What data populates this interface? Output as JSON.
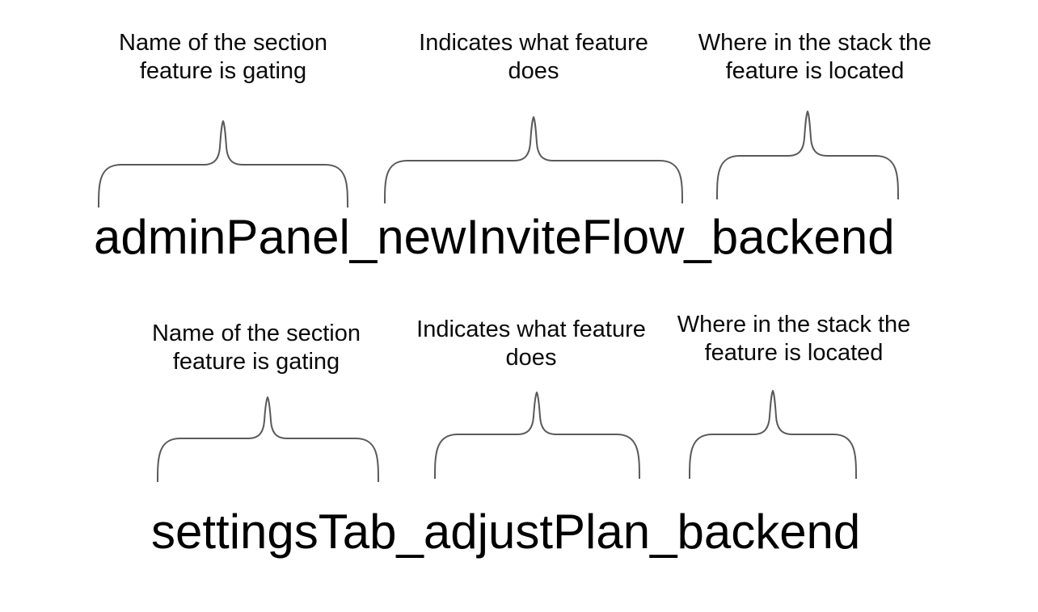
{
  "diagram": {
    "title_semantics": "feature flag naming convention diagram",
    "colors": {
      "background": "#ffffff",
      "text": "#000000",
      "brace": "#595a5c"
    },
    "examples": [
      {
        "flag_name": "adminPanel_newInviteFlow_backend",
        "segments": [
          "adminPanel",
          "newInviteFlow",
          "backend"
        ],
        "annotations": [
          {
            "line1": "Name of the section",
            "line2": "feature is gating"
          },
          {
            "line1": "Indicates what feature",
            "line2": "does"
          },
          {
            "line1": "Where in the stack the",
            "line2": "feature is located"
          }
        ]
      },
      {
        "flag_name": "settingsTab_adjustPlan_backend",
        "segments": [
          "settingsTab",
          "adjustPlan",
          "backend"
        ],
        "annotations": [
          {
            "line1": "Name of the section",
            "line2": "feature is gating"
          },
          {
            "line1": "Indicates what feature",
            "line2": "does"
          },
          {
            "line1": "Where in the stack the",
            "line2": "feature is located"
          }
        ]
      }
    ]
  }
}
